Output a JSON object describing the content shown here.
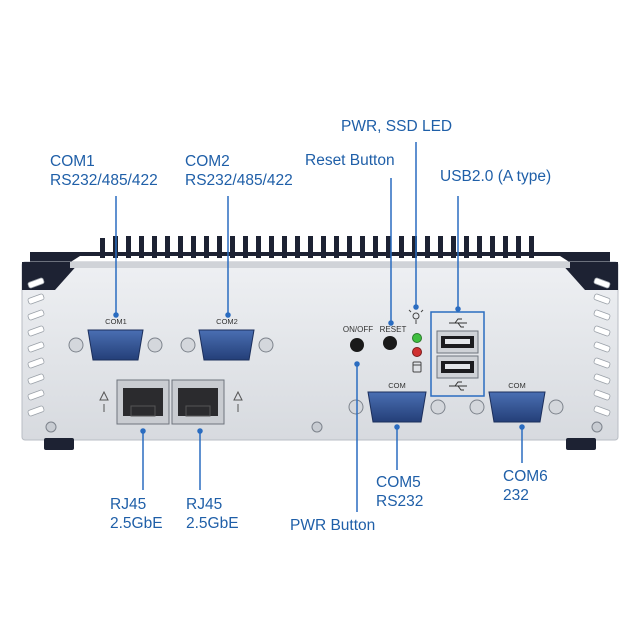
{
  "callouts": {
    "com1": {
      "line1": "COM1",
      "line2": "RS232/485/422"
    },
    "com2": {
      "line1": "COM2",
      "line2": "RS232/485/422"
    },
    "reset": {
      "text": "Reset Button"
    },
    "pwr_ssd_led": {
      "text": "PWR, SSD LED"
    },
    "usb": {
      "text": "USB2.0 (A type)"
    },
    "rj45_1": {
      "line1": "RJ45",
      "line2": "2.5GbE"
    },
    "rj45_2": {
      "line1": "RJ45",
      "line2": "2.5GbE"
    },
    "pwr_button": {
      "text": "PWR Button"
    },
    "com5": {
      "line1": "COM5",
      "line2": "RS232"
    },
    "com6": {
      "line1": "COM6",
      "line2": "232"
    }
  },
  "panel_silkscreen": {
    "com1": "COM1",
    "com2": "COM2",
    "onoff": "ON/OFF",
    "reset": "RESET",
    "com5": "COM",
    "com6": "COM"
  },
  "colors": {
    "callout_text": "#1f5fa8",
    "leader_line": "#2a6cc0",
    "chassis": "#1d2233",
    "panel": "#e2e4e8",
    "connector": "#2f4f8f",
    "led_green": "#3fbf3f",
    "led_red": "#d03030"
  },
  "icons": [
    "usb-icon",
    "led-icon",
    "disk-icon",
    "network-icon",
    "ground-icon"
  ]
}
